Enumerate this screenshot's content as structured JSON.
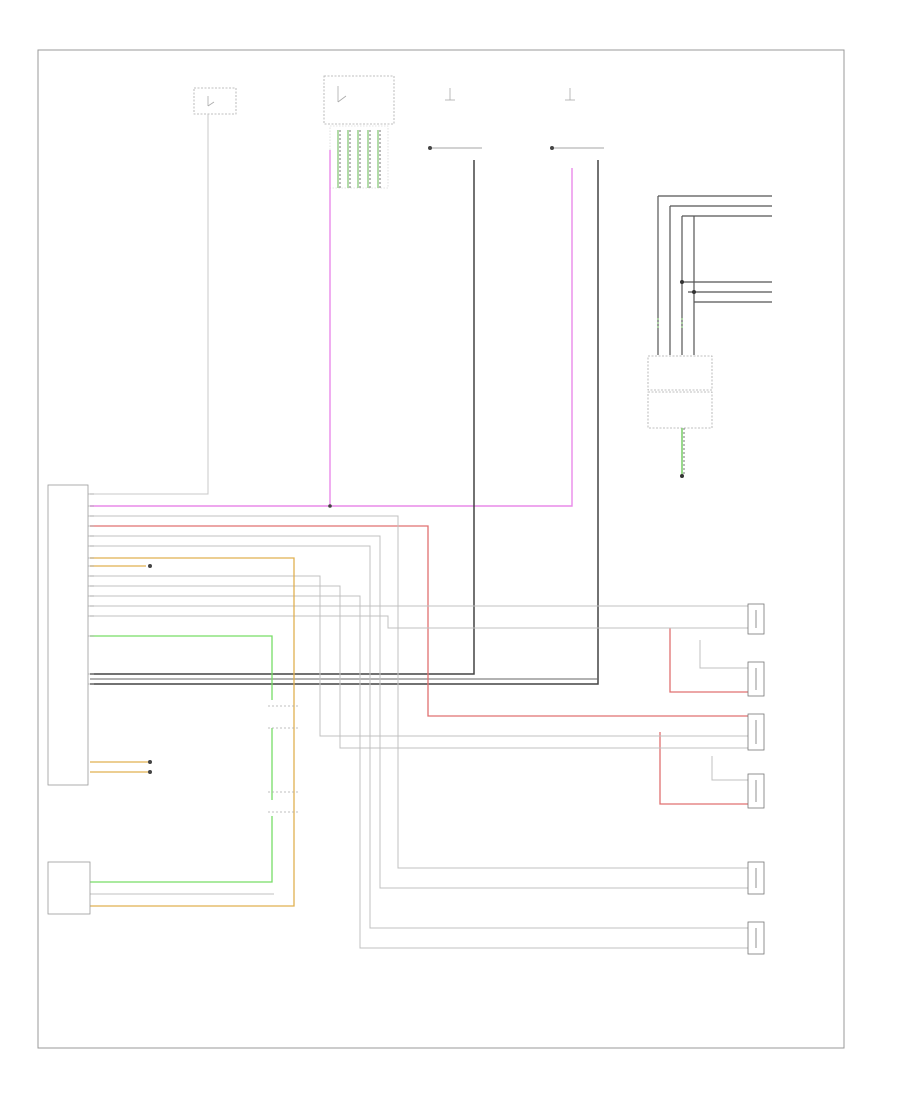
{
  "diagram": {
    "footer_label": "",
    "components": [
      {
        "id": "control-module",
        "label": ""
      },
      {
        "id": "external-module",
        "label": ""
      },
      {
        "id": "top-switch-a",
        "label": ""
      },
      {
        "id": "top-switch-b",
        "label": ""
      },
      {
        "id": "right-connector",
        "label": ""
      },
      {
        "id": "right-module",
        "label": ""
      },
      {
        "id": "speaker-lf",
        "label": ""
      },
      {
        "id": "speaker-lr",
        "label": ""
      },
      {
        "id": "speaker-rf",
        "label": ""
      },
      {
        "id": "speaker-rr",
        "label": ""
      },
      {
        "id": "speaker-r2",
        "label": ""
      },
      {
        "id": "speaker-l2",
        "label": ""
      }
    ],
    "wire_colors": {
      "gray": "#b0b0b0",
      "violet": "#e98ae9",
      "red": "#e07070",
      "green": "#77dd66",
      "orange": "#e0b050",
      "dark": "#444444"
    }
  }
}
